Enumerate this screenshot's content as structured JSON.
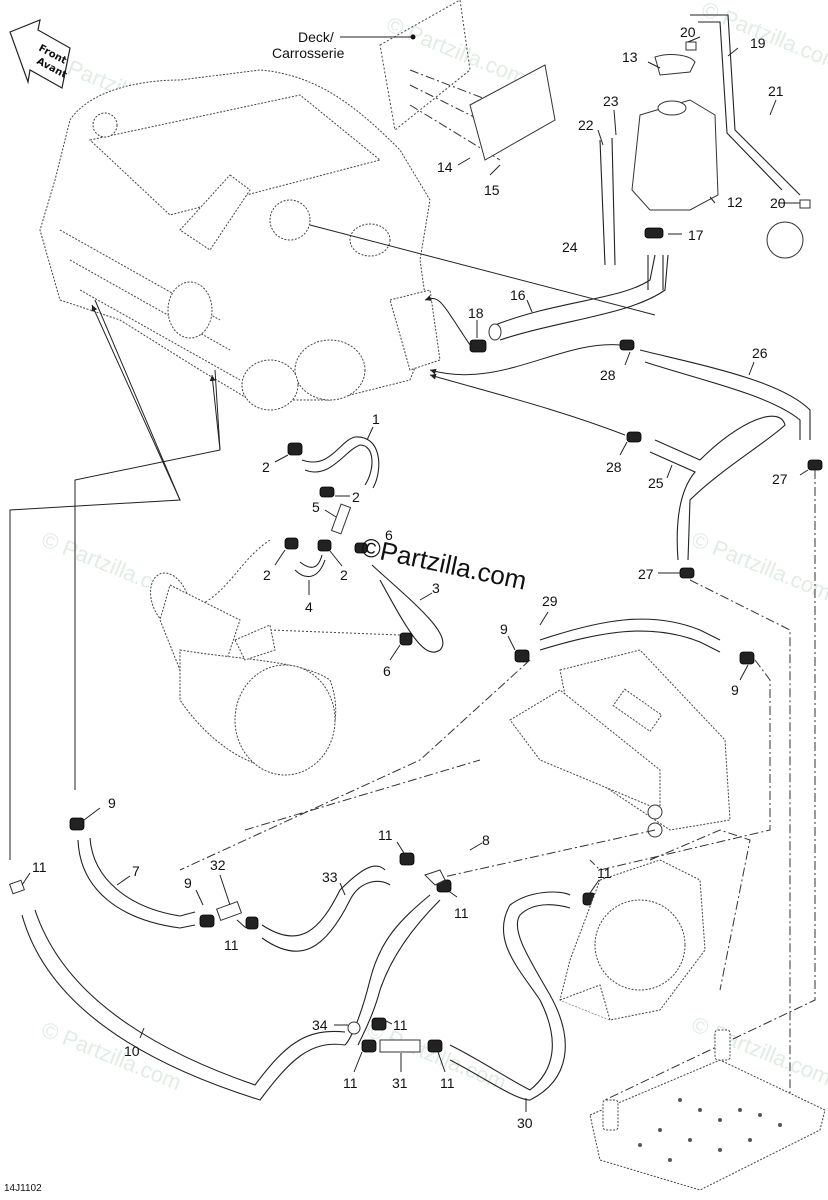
{
  "diagram": {
    "title": "Cooling System Parts Diagram",
    "reference_code": "14J1102",
    "front_arrow": {
      "line1": "Front",
      "line2": "Avant"
    },
    "deck_label": {
      "line1": "Deck/",
      "line2": "Carrosserie"
    },
    "watermark_main": "©Partzilla.com",
    "watermark_faint": "© Partzilla.com",
    "callouts": [
      {
        "id": "c20a",
        "num": "20"
      },
      {
        "id": "c19",
        "num": "19"
      },
      {
        "id": "c13",
        "num": "13"
      },
      {
        "id": "c23",
        "num": "23"
      },
      {
        "id": "c21",
        "num": "21"
      },
      {
        "id": "c22",
        "num": "22"
      },
      {
        "id": "c12",
        "num": "12"
      },
      {
        "id": "c20b",
        "num": "20"
      },
      {
        "id": "c14",
        "num": "14"
      },
      {
        "id": "c15",
        "num": "15"
      },
      {
        "id": "c24",
        "num": "24"
      },
      {
        "id": "c17",
        "num": "17"
      },
      {
        "id": "c16",
        "num": "16"
      },
      {
        "id": "c18",
        "num": "18"
      },
      {
        "id": "c26",
        "num": "26"
      },
      {
        "id": "c28a",
        "num": "28"
      },
      {
        "id": "c28b",
        "num": "28"
      },
      {
        "id": "c25",
        "num": "25"
      },
      {
        "id": "c27a",
        "num": "27"
      },
      {
        "id": "c27b",
        "num": "27"
      },
      {
        "id": "c1",
        "num": "1"
      },
      {
        "id": "c2a",
        "num": "2"
      },
      {
        "id": "c2b",
        "num": "2"
      },
      {
        "id": "c5",
        "num": "5"
      },
      {
        "id": "c6a",
        "num": "6"
      },
      {
        "id": "c2c",
        "num": "2"
      },
      {
        "id": "c2d",
        "num": "2"
      },
      {
        "id": "c4",
        "num": "4"
      },
      {
        "id": "c3",
        "num": "3"
      },
      {
        "id": "c6b",
        "num": "6"
      },
      {
        "id": "c29",
        "num": "29"
      },
      {
        "id": "c9a",
        "num": "9"
      },
      {
        "id": "c9b",
        "num": "9"
      },
      {
        "id": "c9c",
        "num": "9"
      },
      {
        "id": "c11a",
        "num": "11"
      },
      {
        "id": "c7",
        "num": "7"
      },
      {
        "id": "c9d",
        "num": "9"
      },
      {
        "id": "c32",
        "num": "32"
      },
      {
        "id": "c11b",
        "num": "11"
      },
      {
        "id": "c33",
        "num": "33"
      },
      {
        "id": "c11c",
        "num": "11"
      },
      {
        "id": "c8",
        "num": "8"
      },
      {
        "id": "c11d",
        "num": "11"
      },
      {
        "id": "c11e",
        "num": "11"
      },
      {
        "id": "c34",
        "num": "34"
      },
      {
        "id": "c11f",
        "num": "11"
      },
      {
        "id": "c10",
        "num": "10"
      },
      {
        "id": "c11g",
        "num": "11"
      },
      {
        "id": "c31",
        "num": "31"
      },
      {
        "id": "c11h",
        "num": "11"
      },
      {
        "id": "c30",
        "num": "30"
      }
    ]
  }
}
